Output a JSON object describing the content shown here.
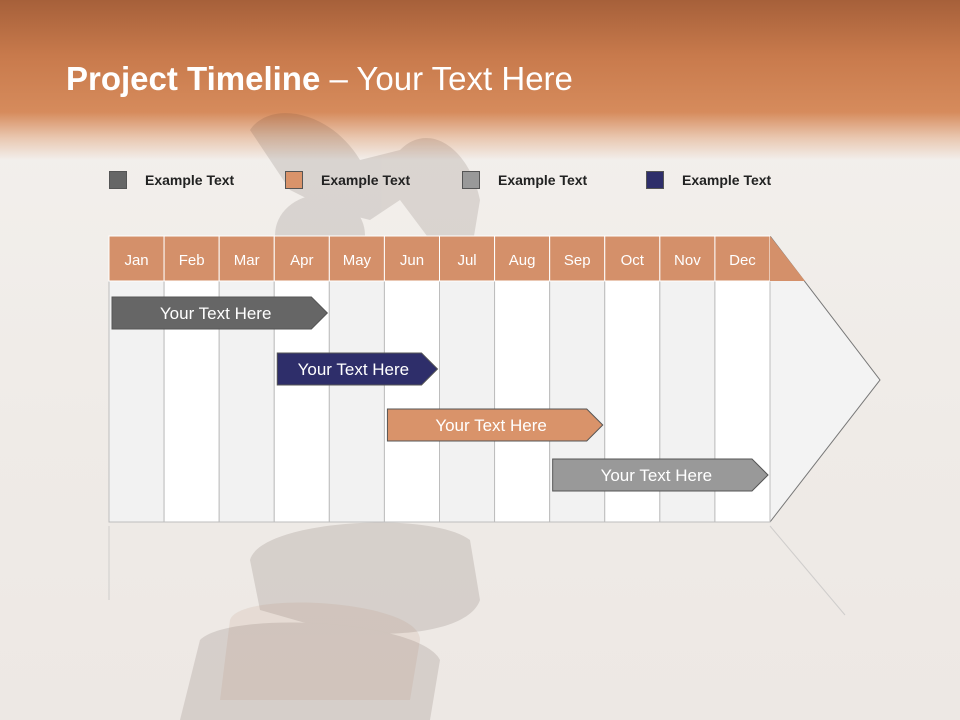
{
  "title": {
    "bold": "Project Timeline",
    "rest": " – Your Text Here"
  },
  "colors": {
    "header": "#c9784a",
    "month_band": "#d4906a",
    "gray_dark": "#666666",
    "orange": "#d9936a",
    "gray_light": "#999999",
    "navy": "#2e2e6a"
  },
  "legend": [
    {
      "label": "Example Text",
      "color": "#666666"
    },
    {
      "label": "Example Text",
      "color": "#d9936a"
    },
    {
      "label": "Example Text",
      "color": "#999999"
    },
    {
      "label": "Example Text",
      "color": "#2e2e6a"
    }
  ],
  "months": [
    "Jan",
    "Feb",
    "Mar",
    "Apr",
    "May",
    "Jun",
    "Jul",
    "Aug",
    "Sep",
    "Oct",
    "Nov",
    "Dec"
  ],
  "tasks": [
    {
      "label": "Your  Text Here",
      "color": "#666666",
      "start": "Jan",
      "end": "Apr"
    },
    {
      "label": "Your  Text Here",
      "color": "#2e2e6a",
      "start": "Apr",
      "end": "Jun"
    },
    {
      "label": "Your  Text Here",
      "color": "#d9936a",
      "start": "Jun",
      "end": "Sep"
    },
    {
      "label": "Your  Text Here",
      "color": "#999999",
      "start": "Sep",
      "end": "Dec"
    }
  ]
}
